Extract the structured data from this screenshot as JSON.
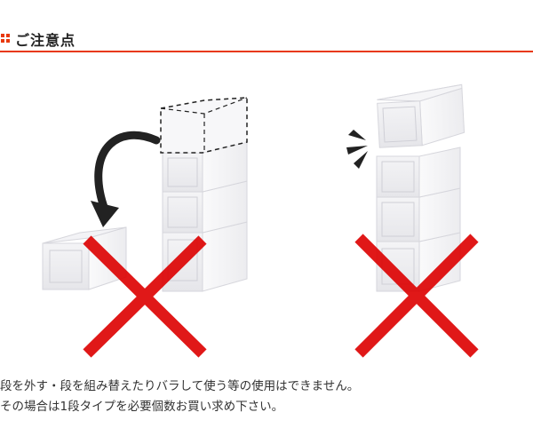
{
  "section": {
    "title": "ご注意点"
  },
  "notes": {
    "line1": "段を外す・段を組み替えたりバラして使う等の使用はできません。",
    "line2": "その場合は1段タイプを必要個数お買い求め下さい。"
  },
  "colors": {
    "accent": "#e8380d",
    "cross": "#dd0000",
    "box_face": "#eeeef0",
    "box_side": "#f6f6f8",
    "arrow": "#222222"
  },
  "icons": {
    "header": "square-dots-icon",
    "move_arrow": "curved-arrow-icon",
    "cross": "prohibited-x-icon",
    "impact": "impact-spark-icon"
  }
}
